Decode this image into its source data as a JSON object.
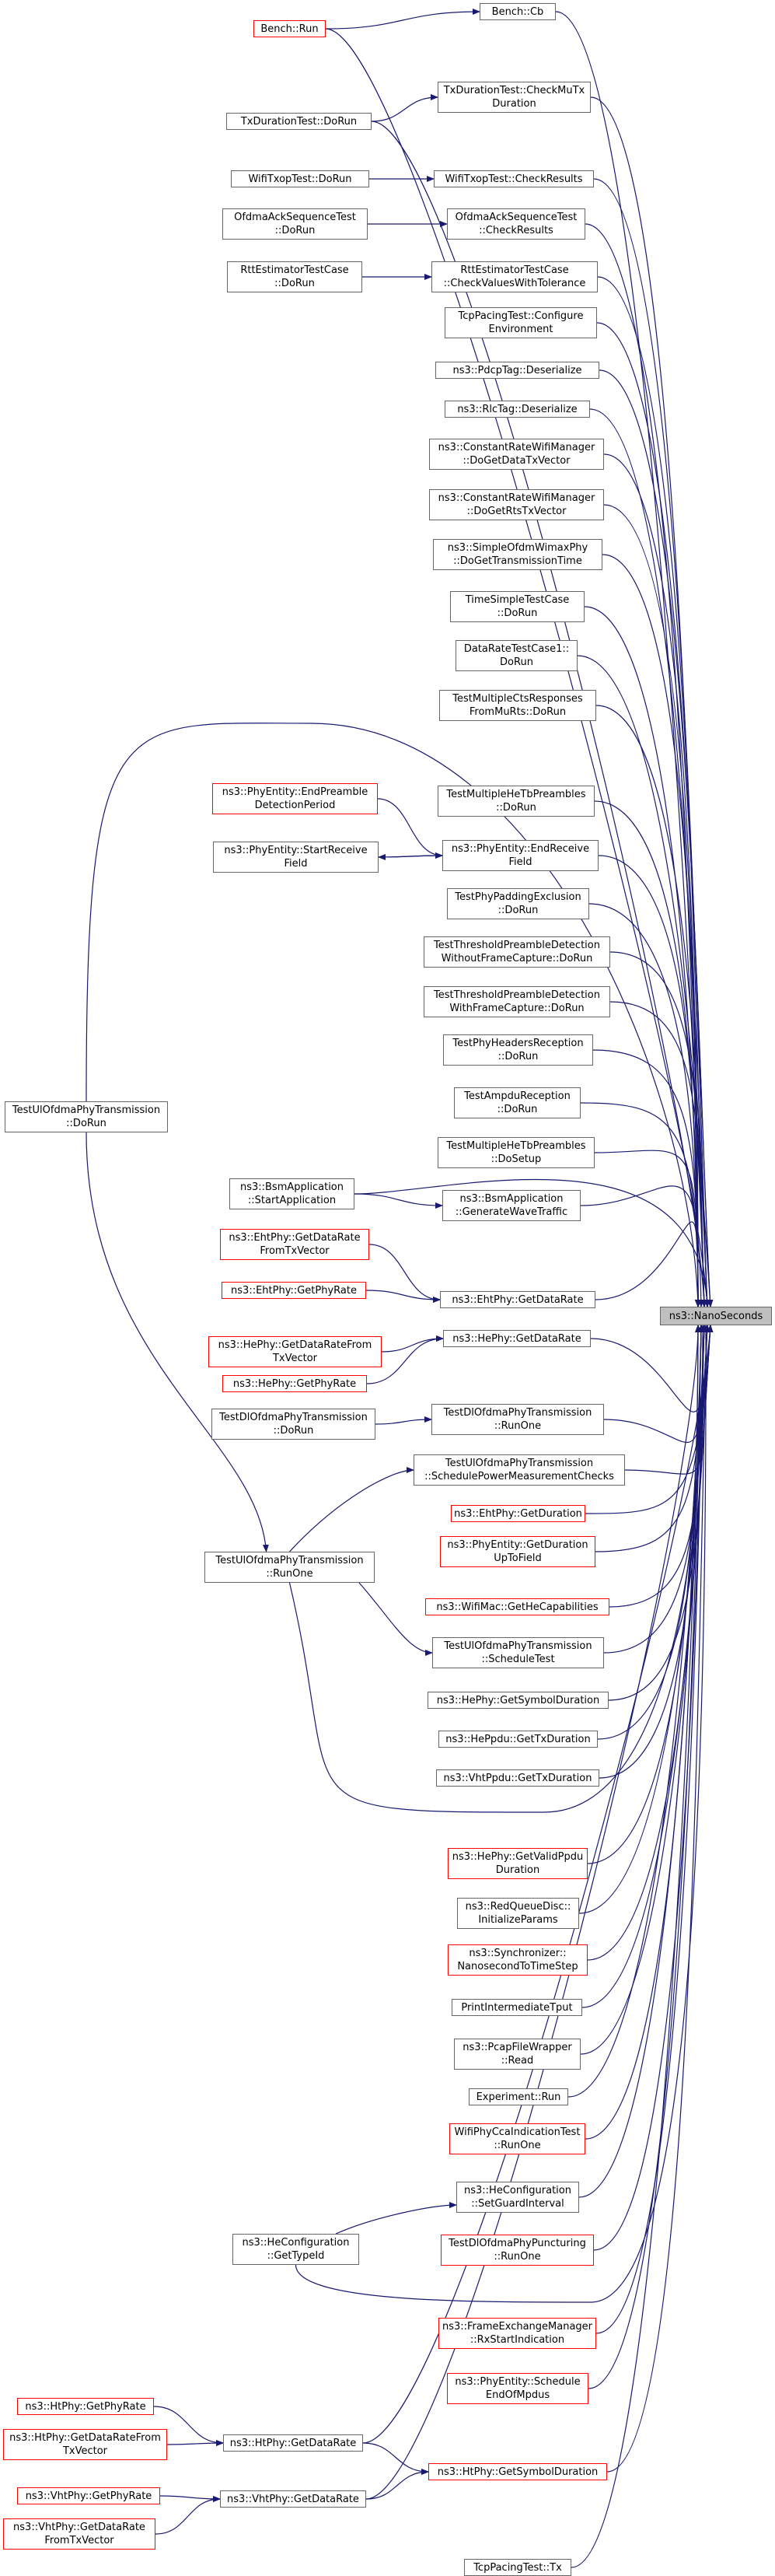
{
  "root": {
    "id": "root",
    "lines": [
      "ns3::NanoSeconds"
    ]
  },
  "nodes": [
    {
      "id": "benchcb",
      "lines": [
        "Bench::Cb"
      ],
      "red": false
    },
    {
      "id": "benchrun",
      "lines": [
        "Bench::Run"
      ],
      "red": true
    },
    {
      "id": "txcheck",
      "lines": [
        "TxDurationTest::CheckMuTx",
        "Duration"
      ],
      "red": false
    },
    {
      "id": "txdorun",
      "lines": [
        "TxDurationTest::DoRun"
      ],
      "red": false
    },
    {
      "id": "wifitxopdorun",
      "lines": [
        "WifiTxopTest::DoRun"
      ],
      "red": false
    },
    {
      "id": "wifitxopcheck",
      "lines": [
        "WifiTxopTest::CheckResults"
      ],
      "red": false
    },
    {
      "id": "ofdmadorun",
      "lines": [
        "OfdmaAckSequenceTest",
        "::DoRun"
      ],
      "red": false
    },
    {
      "id": "ofdmacheck",
      "lines": [
        "OfdmaAckSequenceTest",
        "::CheckResults"
      ],
      "red": false
    },
    {
      "id": "rttdorun",
      "lines": [
        "RttEstimatorTestCase",
        "::DoRun"
      ],
      "red": false
    },
    {
      "id": "rttcheck",
      "lines": [
        "RttEstimatorTestCase",
        "::CheckValuesWithTolerance"
      ],
      "red": false
    },
    {
      "id": "tcppacing",
      "lines": [
        "TcpPacingTest::Configure",
        "Environment"
      ],
      "red": false
    },
    {
      "id": "pdcp",
      "lines": [
        "ns3::PdcpTag::Deserialize"
      ],
      "red": false
    },
    {
      "id": "rlc",
      "lines": [
        "ns3::RlcTag::Deserialize"
      ],
      "red": false
    },
    {
      "id": "crwm1",
      "lines": [
        "ns3::ConstantRateWifiManager",
        "::DoGetDataTxVector"
      ],
      "red": false
    },
    {
      "id": "crwm2",
      "lines": [
        "ns3::ConstantRateWifiManager",
        "::DoGetRtsTxVector"
      ],
      "red": false
    },
    {
      "id": "simpleofdm",
      "lines": [
        "ns3::SimpleOfdmWimaxPhy",
        "::DoGetTransmissionTime"
      ],
      "red": false
    },
    {
      "id": "timesimple",
      "lines": [
        "TimeSimpleTestCase",
        "::DoRun"
      ],
      "red": false
    },
    {
      "id": "datarate1",
      "lines": [
        "DataRateTestCase1::",
        "DoRun"
      ],
      "red": false
    },
    {
      "id": "multicts",
      "lines": [
        "TestMultipleCtsResponses",
        "FromMuRts::DoRun"
      ],
      "red": false
    },
    {
      "id": "endpreamble",
      "lines": [
        "ns3::PhyEntity::EndPreamble",
        "DetectionPeriod"
      ],
      "red": true
    },
    {
      "id": "multihetb1",
      "lines": [
        "TestMultipleHeTbPreambles",
        "::DoRun"
      ],
      "red": false
    },
    {
      "id": "startreceive",
      "lines": [
        "ns3::PhyEntity::StartReceive",
        "Field"
      ],
      "red": false
    },
    {
      "id": "endreceive",
      "lines": [
        "ns3::PhyEntity::EndReceive",
        "Field"
      ],
      "red": false
    },
    {
      "id": "phypadding",
      "lines": [
        "TestPhyPaddingExclusion",
        "::DoRun"
      ],
      "red": false
    },
    {
      "id": "thresh1",
      "lines": [
        "TestThresholdPreambleDetection",
        "WithoutFrameCapture::DoRun"
      ],
      "red": false
    },
    {
      "id": "thresh2",
      "lines": [
        "TestThresholdPreambleDetection",
        "WithFrameCapture::DoRun"
      ],
      "red": false
    },
    {
      "id": "phyheaders",
      "lines": [
        "TestPhyHeadersReception",
        "::DoRun"
      ],
      "red": false
    },
    {
      "id": "ampdu",
      "lines": [
        "TestAmpduReception",
        "::DoRun"
      ],
      "red": false
    },
    {
      "id": "multihetb2",
      "lines": [
        "TestMultipleHeTbPreambles",
        "::DoSetup"
      ],
      "red": false
    },
    {
      "id": "ulofdmadorun",
      "lines": [
        "TestUlOfdmaPhyTransmission",
        "::DoRun"
      ],
      "red": false
    },
    {
      "id": "bsmstart",
      "lines": [
        "ns3::BsmApplication",
        "::StartApplication"
      ],
      "red": false
    },
    {
      "id": "bsmgen",
      "lines": [
        "ns3::BsmApplication",
        "::GenerateWaveTraffic"
      ],
      "red": false
    },
    {
      "id": "ehtdrtx",
      "lines": [
        "ns3::EhtPhy::GetDataRate",
        "FromTxVector"
      ],
      "red": true
    },
    {
      "id": "ehtphyrate",
      "lines": [
        "ns3::EhtPhy::GetPhyRate"
      ],
      "red": true
    },
    {
      "id": "ehtdr",
      "lines": [
        "ns3::EhtPhy::GetDataRate"
      ],
      "red": false
    },
    {
      "id": "hedrtx",
      "lines": [
        "ns3::HePhy::GetDataRateFrom",
        "TxVector"
      ],
      "red": true
    },
    {
      "id": "hedr",
      "lines": [
        "ns3::HePhy::GetDataRate"
      ],
      "red": false
    },
    {
      "id": "hephyrate",
      "lines": [
        "ns3::HePhy::GetPhyRate"
      ],
      "red": true
    },
    {
      "id": "dlofdmadorun",
      "lines": [
        "TestDlOfdmaPhyTransmission",
        "::DoRun"
      ],
      "red": false
    },
    {
      "id": "dlofdmarunone",
      "lines": [
        "TestDlOfdmaPhyTransmission",
        "::RunOne"
      ],
      "red": false
    },
    {
      "id": "ulofdmasched",
      "lines": [
        "TestUlOfdmaPhyTransmission",
        "::SchedulePowerMeasurementChecks"
      ],
      "red": false
    },
    {
      "id": "ehtgetdur",
      "lines": [
        "ns3::EhtPhy::GetDuration"
      ],
      "red": true
    },
    {
      "id": "phyentgetdur",
      "lines": [
        "ns3::PhyEntity::GetDuration",
        "UpToField"
      ],
      "red": true
    },
    {
      "id": "ulofdmarunone",
      "lines": [
        "TestUlOfdmaPhyTransmission",
        "::RunOne"
      ],
      "red": false
    },
    {
      "id": "wifimac",
      "lines": [
        "ns3::WifiMac::GetHeCapabilities"
      ],
      "red": true
    },
    {
      "id": "ulofdmaschedtest",
      "lines": [
        "TestUlOfdmaPhyTransmission",
        "::ScheduleTest"
      ],
      "red": false
    },
    {
      "id": "hesymdur",
      "lines": [
        "ns3::HePhy::GetSymbolDuration"
      ],
      "red": false
    },
    {
      "id": "hepdu",
      "lines": [
        "ns3::HePpdu::GetTxDuration"
      ],
      "red": false
    },
    {
      "id": "vhtpdu",
      "lines": [
        "ns3::VhtPpdu::GetTxDuration"
      ],
      "red": false
    },
    {
      "id": "hevalid",
      "lines": [
        "ns3::HePhy::GetValidPpdu",
        "Duration"
      ],
      "red": true
    },
    {
      "id": "redqueue",
      "lines": [
        "ns3::RedQueueDisc::",
        "InitializeParams"
      ],
      "red": false
    },
    {
      "id": "sync",
      "lines": [
        "ns3::Synchronizer::",
        "NanosecondToTimeStep"
      ],
      "red": true
    },
    {
      "id": "printtput",
      "lines": [
        "PrintIntermediateTput"
      ],
      "red": false
    },
    {
      "id": "pcap",
      "lines": [
        "ns3::PcapFileWrapper",
        "::Read"
      ],
      "red": false
    },
    {
      "id": "exprun",
      "lines": [
        "Experiment::Run"
      ],
      "red": false
    },
    {
      "id": "wifiphycca",
      "lines": [
        "WifiPhyCcaIndicationTest",
        "::RunOne"
      ],
      "red": true
    },
    {
      "id": "heconfguard",
      "lines": [
        "ns3::HeConfiguration",
        "::SetGuardInterval"
      ],
      "red": false
    },
    {
      "id": "heconftype",
      "lines": [
        "ns3::HeConfiguration",
        "::GetTypeId"
      ],
      "red": false
    },
    {
      "id": "dlpunct",
      "lines": [
        "TestDlOfdmaPhyPuncturing",
        "::RunOne"
      ],
      "red": true
    },
    {
      "id": "frameex",
      "lines": [
        "ns3::FrameExchangeManager",
        "::RxStartIndication"
      ],
      "red": true
    },
    {
      "id": "phyentsched",
      "lines": [
        "ns3::PhyEntity::Schedule",
        "EndOfMpdus"
      ],
      "red": true
    },
    {
      "id": "htphyrate",
      "lines": [
        "ns3::HtPhy::GetPhyRate"
      ],
      "red": true
    },
    {
      "id": "htdrtx",
      "lines": [
        "ns3::HtPhy::GetDataRateFrom",
        "TxVector"
      ],
      "red": true
    },
    {
      "id": "htdr",
      "lines": [
        "ns3::HtPhy::GetDataRate"
      ],
      "red": false
    },
    {
      "id": "htsymdur",
      "lines": [
        "ns3::HtPhy::GetSymbolDuration"
      ],
      "red": true
    },
    {
      "id": "vhtphyrate",
      "lines": [
        "ns3::VhtPhy::GetPhyRate"
      ],
      "red": true
    },
    {
      "id": "vhtdr",
      "lines": [
        "ns3::VhtPhy::GetDataRate"
      ],
      "red": false
    },
    {
      "id": "vhtdrtx",
      "lines": [
        "ns3::VhtPhy::GetDataRate",
        "FromTxVector"
      ],
      "red": true
    },
    {
      "id": "tcppacingtx",
      "lines": [
        "TcpPacingTest::Tx"
      ],
      "red": false
    }
  ],
  "edges": [
    [
      "benchcb",
      "root"
    ],
    [
      "benchrun",
      "benchcb"
    ],
    [
      "benchrun",
      "root"
    ],
    [
      "txcheck",
      "root"
    ],
    [
      "txdorun",
      "txcheck"
    ],
    [
      "txdorun",
      "root"
    ],
    [
      "wifitxopcheck",
      "root"
    ],
    [
      "wifitxopdorun",
      "wifitxopcheck"
    ],
    [
      "ofdmacheck",
      "root"
    ],
    [
      "ofdmadorun",
      "ofdmacheck"
    ],
    [
      "rttcheck",
      "root"
    ],
    [
      "rttdorun",
      "rttcheck"
    ],
    [
      "tcppacing",
      "root"
    ],
    [
      "pdcp",
      "root"
    ],
    [
      "rlc",
      "root"
    ],
    [
      "crwm1",
      "root"
    ],
    [
      "crwm2",
      "root"
    ],
    [
      "simpleofdm",
      "root"
    ],
    [
      "timesimple",
      "root"
    ],
    [
      "datarate1",
      "root"
    ],
    [
      "multicts",
      "root"
    ],
    [
      "ulofdmadorun",
      "root"
    ],
    [
      "multihetb1",
      "root"
    ],
    [
      "endpreamble",
      "endreceive"
    ],
    [
      "startreceive",
      "endreceive"
    ],
    [
      "endreceive",
      "startreceive"
    ],
    [
      "endreceive",
      "root"
    ],
    [
      "phypadding",
      "root"
    ],
    [
      "thresh1",
      "root"
    ],
    [
      "thresh2",
      "root"
    ],
    [
      "phyheaders",
      "root"
    ],
    [
      "ampdu",
      "root"
    ],
    [
      "multihetb2",
      "root"
    ],
    [
      "bsmstart",
      "bsmgen"
    ],
    [
      "bsmstart",
      "root"
    ],
    [
      "bsmgen",
      "root"
    ],
    [
      "ehtdrtx",
      "ehtdr"
    ],
    [
      "ehtphyrate",
      "ehtdr"
    ],
    [
      "ehtdr",
      "root"
    ],
    [
      "hedrtx",
      "hedr"
    ],
    [
      "hephyrate",
      "hedr"
    ],
    [
      "hedr",
      "root"
    ],
    [
      "dlofdmadorun",
      "dlofdmarunone"
    ],
    [
      "dlofdmarunone",
      "root"
    ],
    [
      "ulofdmasched",
      "root"
    ],
    [
      "ehtgetdur",
      "root"
    ],
    [
      "phyentgetdur",
      "root"
    ],
    [
      "wifimac",
      "root"
    ],
    [
      "ulofdmadorun",
      "ulofdmarunone"
    ],
    [
      "ulofdmarunone",
      "ulofdmasched"
    ],
    [
      "ulofdmarunone",
      "ulofdmaschedtest"
    ],
    [
      "ulofdmarunone",
      "root"
    ],
    [
      "ulofdmaschedtest",
      "root"
    ],
    [
      "hesymdur",
      "root"
    ],
    [
      "hepdu",
      "root"
    ],
    [
      "vhtpdu",
      "root"
    ],
    [
      "hevalid",
      "root"
    ],
    [
      "redqueue",
      "root"
    ],
    [
      "sync",
      "root"
    ],
    [
      "printtput",
      "root"
    ],
    [
      "pcap",
      "root"
    ],
    [
      "exprun",
      "root"
    ],
    [
      "wifiphycca",
      "root"
    ],
    [
      "heconftype",
      "heconfguard"
    ],
    [
      "heconfguard",
      "root"
    ],
    [
      "heconftype",
      "root"
    ],
    [
      "dlpunct",
      "root"
    ],
    [
      "frameex",
      "root"
    ],
    [
      "phyentsched",
      "root"
    ],
    [
      "htphyrate",
      "htdr"
    ],
    [
      "htdrtx",
      "htdr"
    ],
    [
      "htdr",
      "htsymdur"
    ],
    [
      "htdr",
      "root"
    ],
    [
      "htsymdur",
      "root"
    ],
    [
      "vhtphyrate",
      "vhtdr"
    ],
    [
      "vhtdrtx",
      "vhtdr"
    ],
    [
      "vhtdr",
      "htsymdur"
    ],
    [
      "vhtdr",
      "root"
    ],
    [
      "tcppacingtx",
      "root"
    ]
  ],
  "colors": {
    "edge": "#191970",
    "node_border": "#666666",
    "node_border_alt": "#ff0000",
    "root_fill": "#bfbfbf",
    "text": "#000000"
  }
}
